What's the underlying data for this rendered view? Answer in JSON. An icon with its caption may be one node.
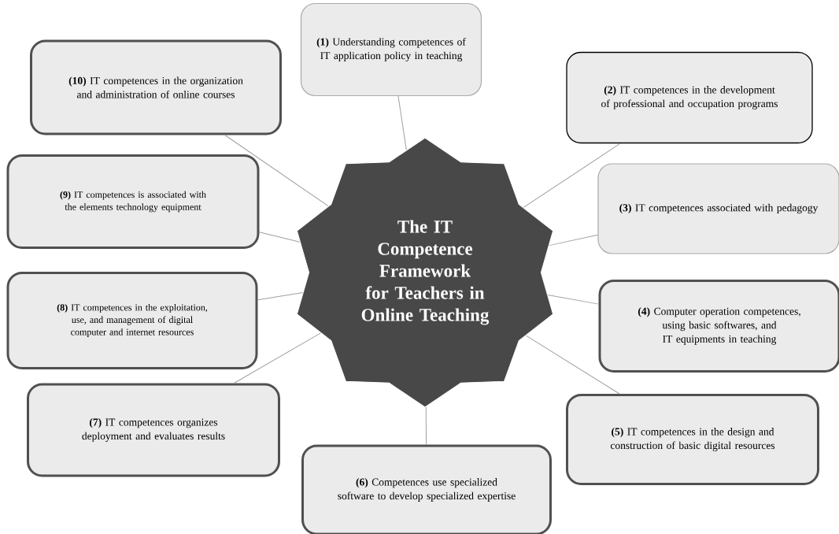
{
  "diagram": {
    "nodes": [
      {
        "text": [
          "The IT Competence Framework for Teachers in Online Teaching"
        ]
      },
      {
        "text": [
          "**(1)** Understanding competences of IT application policy in teaching"
        ]
      },
      {
        "text": [
          "**(2)** IT competences in the development of professional and occupation programs"
        ]
      },
      {
        "text": [
          "**(3)** IT competences associated with pedagogy"
        ]
      },
      {
        "text": [
          "**(4)** Computer operation competences, using basic softwares, and IT equipments in teaching"
        ]
      },
      {
        "text": [
          "**(5)** IT competences in the design and construction of basic digital resources"
        ]
      },
      {
        "text": [
          "**(6)** Competences use specialized software to develop specialized expertise"
        ]
      },
      {
        "text": [
          "**(7)** IT competences organizes deployment and evaluates results"
        ]
      },
      {
        "text": [
          "**(8)** IT competences in the exploitation, use, and management of digital computer and internet resources"
        ]
      },
      {
        "text": [
          "**(9)** IT competences is associated with the elements technology equipment"
        ]
      },
      {
        "text": [
          "**(10)** IT competences in the organization and administration of online courses"
        ]
      }
    ],
    "edges": [
      {
        "from": 0,
        "to": 1,
        "arrow": "none"
      },
      {
        "from": 0,
        "to": 2,
        "arrow": "none"
      },
      {
        "from": 0,
        "to": 3,
        "arrow": "none"
      },
      {
        "from": 0,
        "to": 4,
        "arrow": "none"
      },
      {
        "from": 0,
        "to": 5,
        "arrow": "none"
      },
      {
        "from": 0,
        "to": 6,
        "arrow": "none"
      },
      {
        "from": 0,
        "to": 7,
        "arrow": "none"
      },
      {
        "from": 0,
        "to": 8,
        "arrow": "none"
      },
      {
        "from": 0,
        "to": 9,
        "arrow": "none"
      },
      {
        "from": 0,
        "to": 10,
        "arrow": "none"
      }
    ]
  }
}
